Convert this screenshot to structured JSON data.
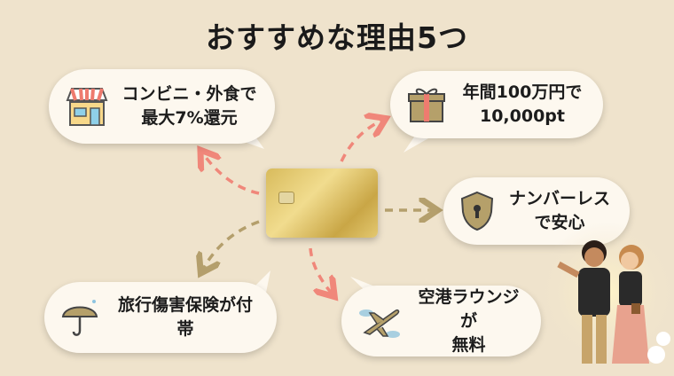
{
  "title": "おすすめな理由5つ",
  "reasons": [
    {
      "icon": "store-icon",
      "line1": "コンビニ・外食で",
      "line2": "最大7%還元"
    },
    {
      "icon": "gift-icon",
      "line1": "年間100万円で",
      "line2": "10,000pt"
    },
    {
      "icon": "shield-lock-icon",
      "line1": "ナンバーレス",
      "line2": "で安心"
    },
    {
      "icon": "umbrella-icon",
      "line1": "旅行傷害保険が付帯",
      "line2": ""
    },
    {
      "icon": "airplane-icon",
      "line1": "空港ラウンジが",
      "line2": "無料"
    }
  ],
  "colors": {
    "background": "#efe3cc",
    "arrow_coral": "#f0877a",
    "arrow_olive": "#b49f6c",
    "card_gold": "#d8bb5c"
  }
}
